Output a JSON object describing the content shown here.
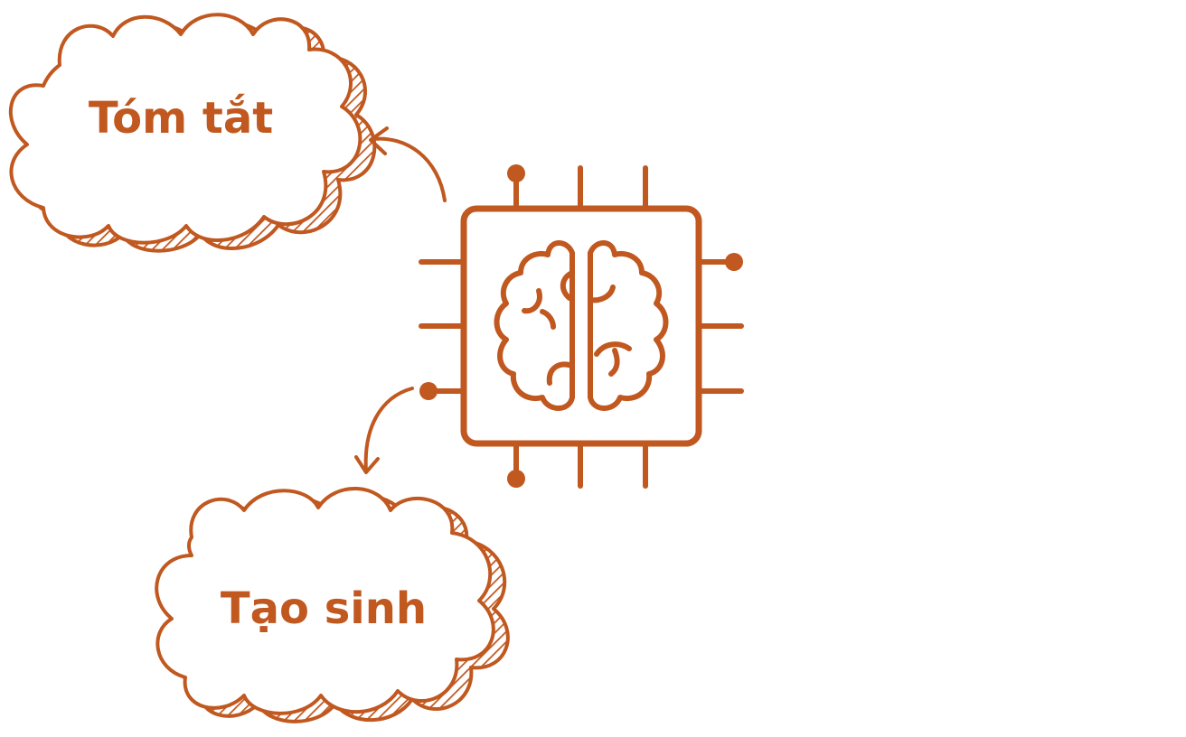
{
  "diagram": {
    "nodes": {
      "summarize": {
        "label": "Tóm tắt"
      },
      "generate": {
        "label": "Tạo sinh"
      },
      "center": {
        "icon": "ai-chip-brain-icon"
      }
    },
    "edges": [
      {
        "from": "center",
        "to": "summarize"
      },
      {
        "from": "center",
        "to": "generate"
      }
    ]
  },
  "colors": {
    "stroke": "#C0581F",
    "background": "#FFFFFF"
  }
}
